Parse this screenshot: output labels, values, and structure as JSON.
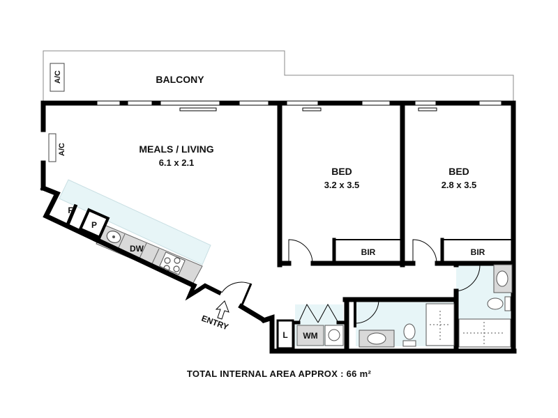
{
  "labels": {
    "balcony": "BALCONY",
    "ac_balcony": "A/C",
    "ac_living": "A/C",
    "meals_living": "MEALS / LIVING",
    "meals_living_dim": "6.1 x 2.1",
    "bed1": "BED",
    "bed1_dim": "3.2 x 3.5",
    "bed2": "BED",
    "bed2_dim": "2.8 x 3.5",
    "bir1": "BIR",
    "bir2": "BIR",
    "fridge": "F",
    "pantry": "P",
    "dishwasher": "DW",
    "entry": "ENTRY",
    "linen": "L",
    "washing_machine": "WM"
  },
  "footer": {
    "total_area": "TOTAL INTERNAL AREA APPROX : 66 m²"
  },
  "colors": {
    "wall": "#000000",
    "kitchen_bench": "#e7f5f7",
    "wet_area": "#e7f5f7",
    "fixture_grey": "#777777"
  }
}
